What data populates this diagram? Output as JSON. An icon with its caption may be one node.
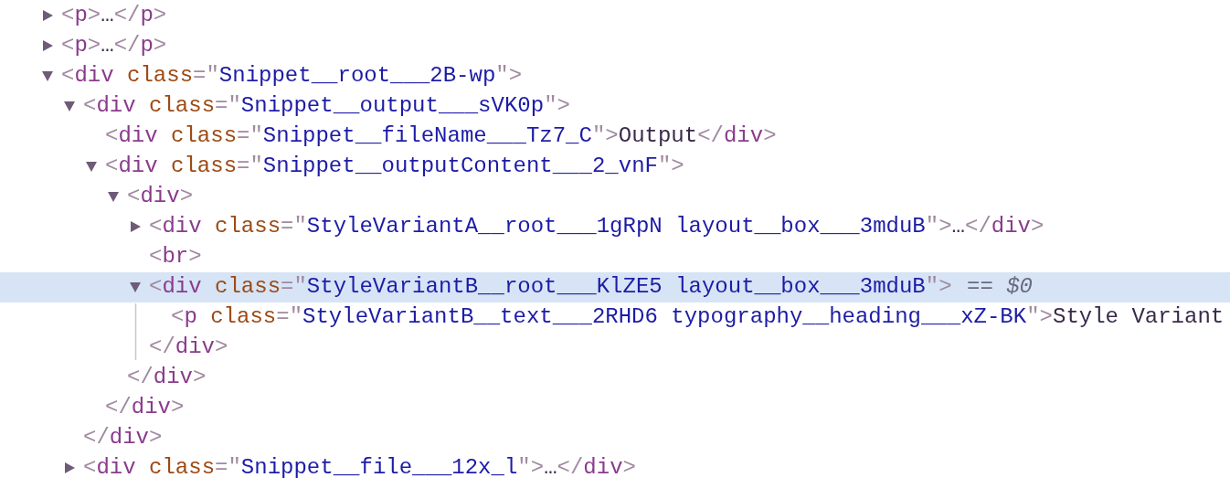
{
  "diagram": {
    "labels": [
      "<p>…</p>",
      "<p>…</p>",
      "<div class=\"Snippet__root___2B-wp\">",
      "<div class=\"Snippet__output___sVK0p\">",
      "<div class=\"Snippet__fileName___Tz7_C\">Output</div>",
      "<div class=\"Snippet__outputContent___2_vnF\">",
      "<div>",
      "<div class=\"StyleVariantA__root___1gRpN layout__box___3mduB\">…</div>",
      "<br>",
      "<div class=\"StyleVariantB__root___KlZE5 layout__box___3mduB\">",
      "== *$0*",
      "<p class=\"StyleVariantB__text___2RHD6 typography__heading___xZ-BK\">Style Variant",
      "</div>",
      "</div>",
      "</div>",
      "</div>",
      "<div class=\"Snippet__file___12x_l\">…</div>"
    ]
  }
}
